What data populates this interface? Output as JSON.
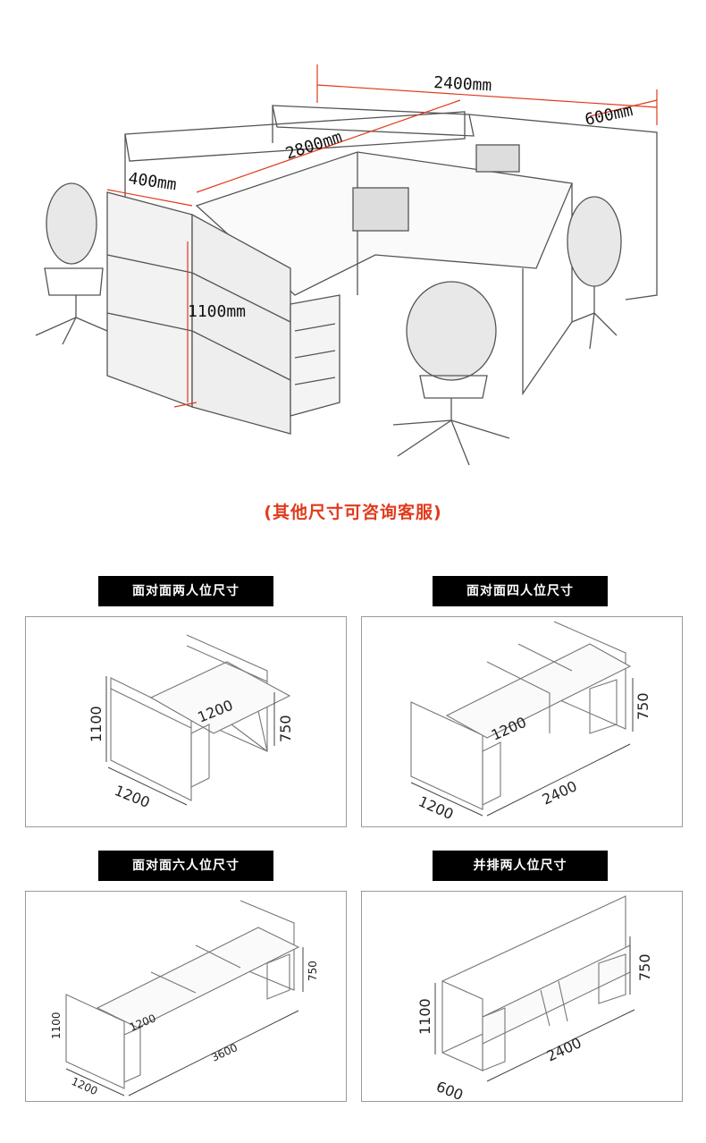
{
  "hero": {
    "dim_width": "2400mm",
    "dim_length": "2800mm",
    "dim_depth": "600mm",
    "dim_side": "400mm",
    "dim_height": "1100mm",
    "accent_color": "#e03a1b"
  },
  "note": "(其他尺寸可咨询客服)",
  "panels": [
    {
      "title": "面对面两人位尺寸",
      "dims": {
        "height": "1100",
        "desk_height": "750",
        "depth": "1200",
        "width": "1200"
      }
    },
    {
      "title": "面对面四人位尺寸",
      "dims": {
        "desk_height": "750",
        "depth": "1200",
        "width": "2400",
        "side": "1200"
      }
    },
    {
      "title": "面对面六人位尺寸",
      "dims": {
        "height": "1100",
        "desk_height": "750",
        "depth": "1200",
        "width": "3600",
        "side": "1200"
      }
    },
    {
      "title": "并排两人位尺寸",
      "dims": {
        "height": "1100",
        "desk_height": "750",
        "width": "2400",
        "depth": "600"
      }
    }
  ]
}
